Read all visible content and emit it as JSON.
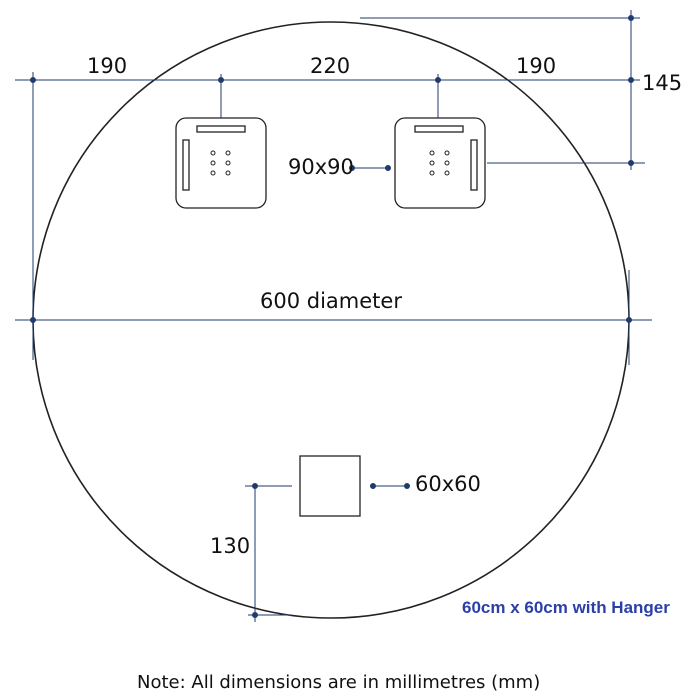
{
  "dimensions": {
    "left_offset": "190",
    "center_spacing": "220",
    "right_offset": "190",
    "top_offset": "145",
    "diameter": "600 diameter",
    "bracket_size": "90x90",
    "hanger_size": "60x60",
    "hanger_height": "130"
  },
  "subtitle": "60cm x 60cm with Hanger",
  "note": "Note: All dimensions are in millimetres (mm)",
  "colors": {
    "line": "#1f3a6e",
    "outline": "#222222",
    "subtitle": "#2b3fa8"
  }
}
